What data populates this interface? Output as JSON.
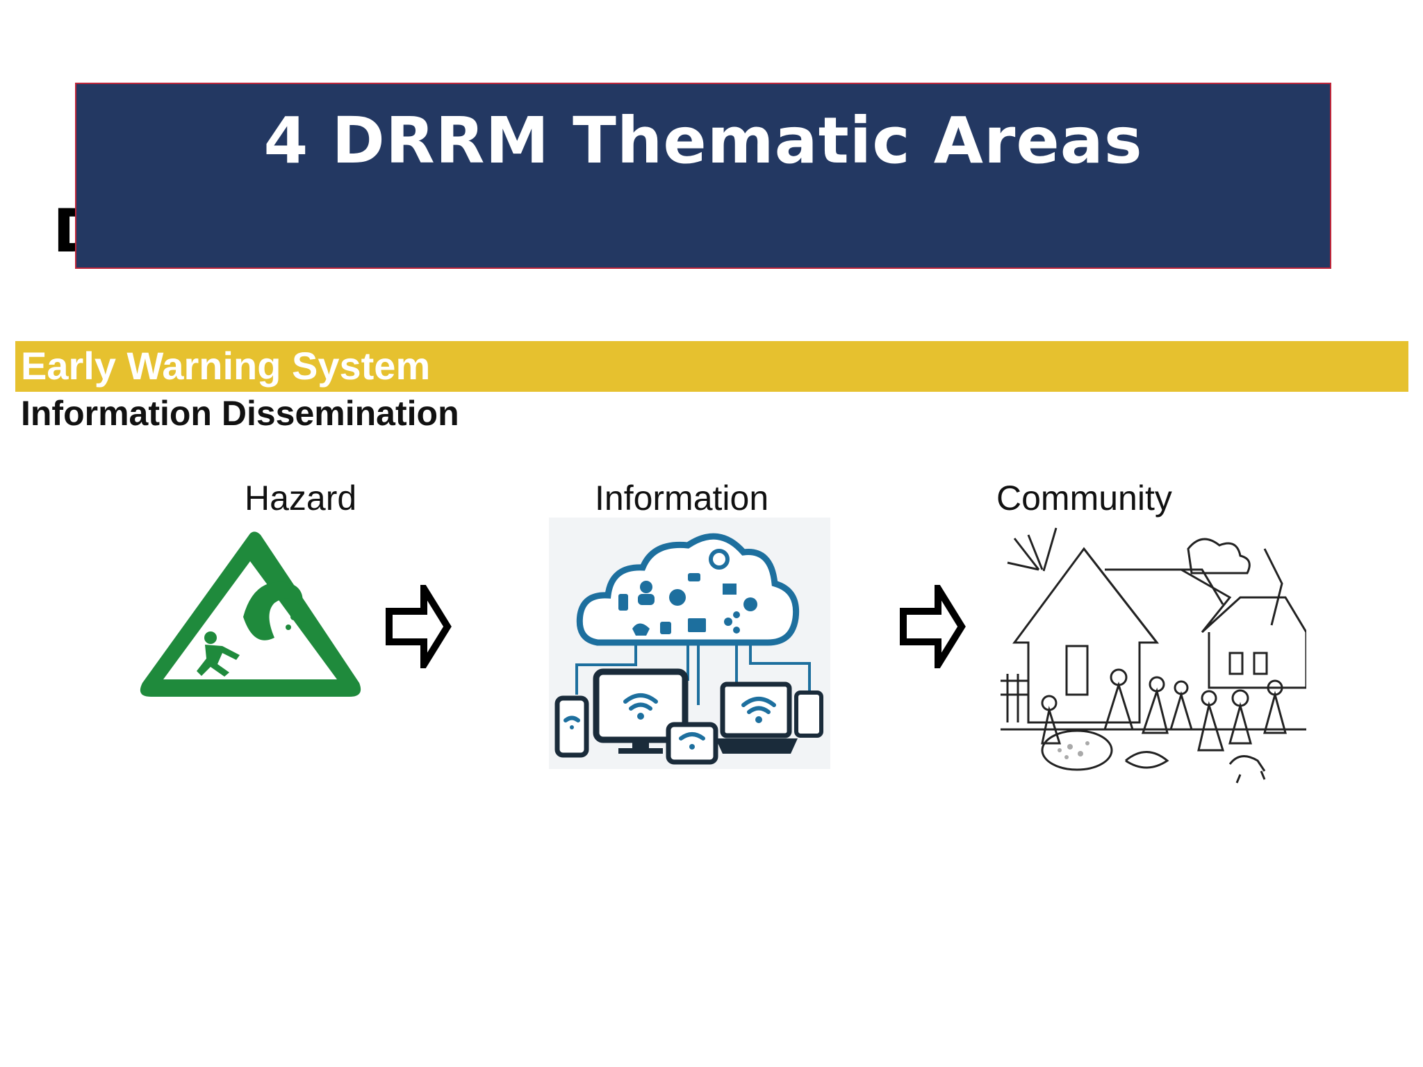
{
  "slide": {
    "title": "4 DRRM Thematic Areas",
    "hidden_heading": "D"
  },
  "section": {
    "banner": "Early Warning System",
    "subtitle": "Information Dissemination"
  },
  "flow": [
    {
      "label": "Hazard",
      "icon": "tsunami-warning-icon"
    },
    {
      "label": "Information",
      "icon": "cloud-devices-icon"
    },
    {
      "label": "Community",
      "icon": "village-illustration"
    }
  ],
  "colors": {
    "banner_bg": "#233862",
    "banner_border": "#c0263a",
    "ews_bar": "#e6c12f",
    "hazard_green": "#1f8a3c",
    "info_blue": "#1d6f9e"
  }
}
